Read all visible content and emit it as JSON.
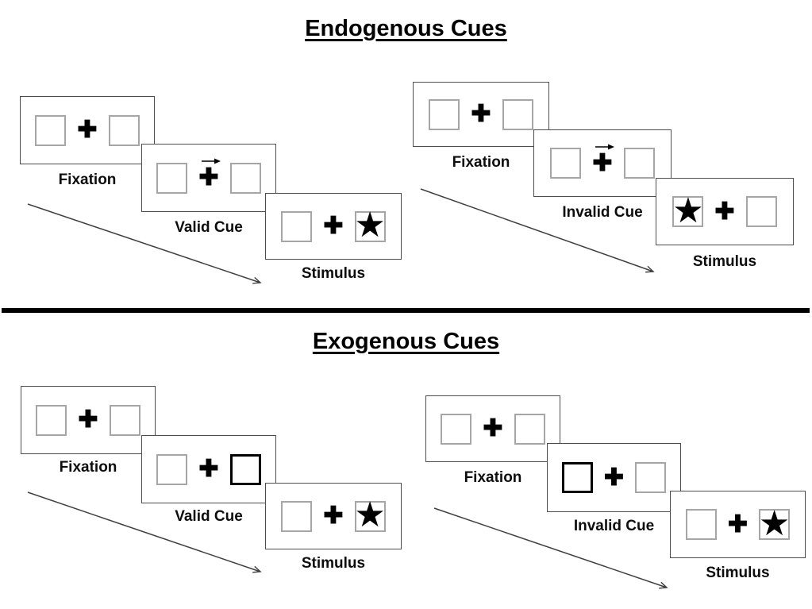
{
  "colors": {
    "panel_border": "#4d4d4d",
    "box_border": "#a6a6a6",
    "bold_box_border": "#000000",
    "ink": "#000000",
    "timeline_arrow": "#404040"
  },
  "glyphs": {
    "fixation_cross": "✚",
    "star": "★",
    "cue_arrow": "right-arrow"
  },
  "sections": [
    {
      "title": "Endogenous Cues",
      "groups": [
        {
          "name": "valid-trial",
          "panels": [
            {
              "label": "Fixation",
              "plus": "✚",
              "cue_arrow": "none",
              "boxes": [
                {
                  "glyph": "",
                  "variant": "normal"
                },
                {
                  "glyph": "",
                  "variant": "normal"
                }
              ]
            },
            {
              "label": "Valid Cue",
              "plus": "✚",
              "cue_arrow": "right",
              "boxes": [
                {
                  "glyph": "",
                  "variant": "normal"
                },
                {
                  "glyph": "",
                  "variant": "normal"
                }
              ]
            },
            {
              "label": "Stimulus",
              "plus": "✚",
              "cue_arrow": "none",
              "boxes": [
                {
                  "glyph": "",
                  "variant": "normal"
                },
                {
                  "glyph": "★",
                  "variant": "normal"
                }
              ]
            }
          ]
        },
        {
          "name": "invalid-trial",
          "panels": [
            {
              "label": "Fixation",
              "plus": "✚",
              "cue_arrow": "none",
              "boxes": [
                {
                  "glyph": "",
                  "variant": "normal"
                },
                {
                  "glyph": "",
                  "variant": "normal"
                }
              ]
            },
            {
              "label": "Invalid Cue",
              "plus": "✚",
              "cue_arrow": "right",
              "boxes": [
                {
                  "glyph": "",
                  "variant": "normal"
                },
                {
                  "glyph": "",
                  "variant": "normal"
                }
              ]
            },
            {
              "label": "Stimulus",
              "plus": "✚",
              "cue_arrow": "none",
              "boxes": [
                {
                  "glyph": "★",
                  "variant": "normal"
                },
                {
                  "glyph": "",
                  "variant": "normal"
                }
              ]
            }
          ]
        }
      ]
    },
    {
      "title": "Exogenous Cues",
      "groups": [
        {
          "name": "valid-trial",
          "panels": [
            {
              "label": "Fixation",
              "plus": "✚",
              "cue_arrow": "none",
              "boxes": [
                {
                  "glyph": "",
                  "variant": "normal"
                },
                {
                  "glyph": "",
                  "variant": "normal"
                }
              ]
            },
            {
              "label": "Valid Cue",
              "plus": "✚",
              "cue_arrow": "none",
              "boxes": [
                {
                  "glyph": "",
                  "variant": "normal"
                },
                {
                  "glyph": "",
                  "variant": "bold"
                }
              ]
            },
            {
              "label": "Stimulus",
              "plus": "✚",
              "cue_arrow": "none",
              "boxes": [
                {
                  "glyph": "",
                  "variant": "normal"
                },
                {
                  "glyph": "★",
                  "variant": "normal"
                }
              ]
            }
          ]
        },
        {
          "name": "invalid-trial",
          "panels": [
            {
              "label": "Fixation",
              "plus": "✚",
              "cue_arrow": "none",
              "boxes": [
                {
                  "glyph": "",
                  "variant": "normal"
                },
                {
                  "glyph": "",
                  "variant": "normal"
                }
              ]
            },
            {
              "label": "Invalid Cue",
              "plus": "✚",
              "cue_arrow": "none",
              "boxes": [
                {
                  "glyph": "",
                  "variant": "bold"
                },
                {
                  "glyph": "",
                  "variant": "normal"
                }
              ]
            },
            {
              "label": "Stimulus",
              "plus": "✚",
              "cue_arrow": "none",
              "boxes": [
                {
                  "glyph": "",
                  "variant": "normal"
                },
                {
                  "glyph": "★",
                  "variant": "normal"
                }
              ]
            }
          ]
        }
      ]
    }
  ]
}
